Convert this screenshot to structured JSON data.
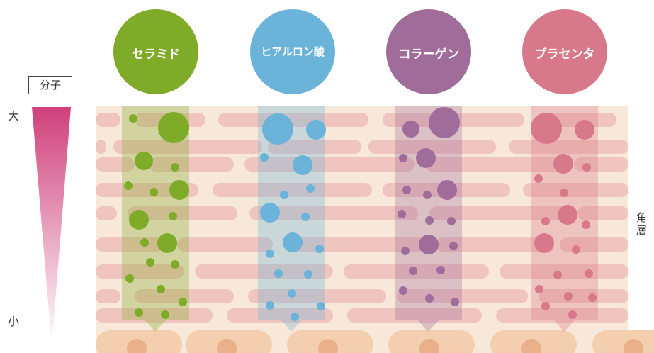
{
  "legend": {
    "title": "分子",
    "large": "大",
    "small": "小"
  },
  "layer_label": "角\n層",
  "ingredients": [
    {
      "name": "セラミド",
      "color": "#7eab28"
    },
    {
      "name": "ヒアルロン酸",
      "color": "#6bb3d9"
    },
    {
      "name": "コラーゲン",
      "color": "#a06c9a"
    },
    {
      "name": "プラセンタ",
      "color": "#d7798a"
    }
  ],
  "colors": {
    "background": "#f8e8d9",
    "cell_bar": "#f0c4bf",
    "bottom_cell": "#f3cfb0",
    "gradient_top": "#d0407a",
    "gradient_bottom": "#ffffff"
  }
}
